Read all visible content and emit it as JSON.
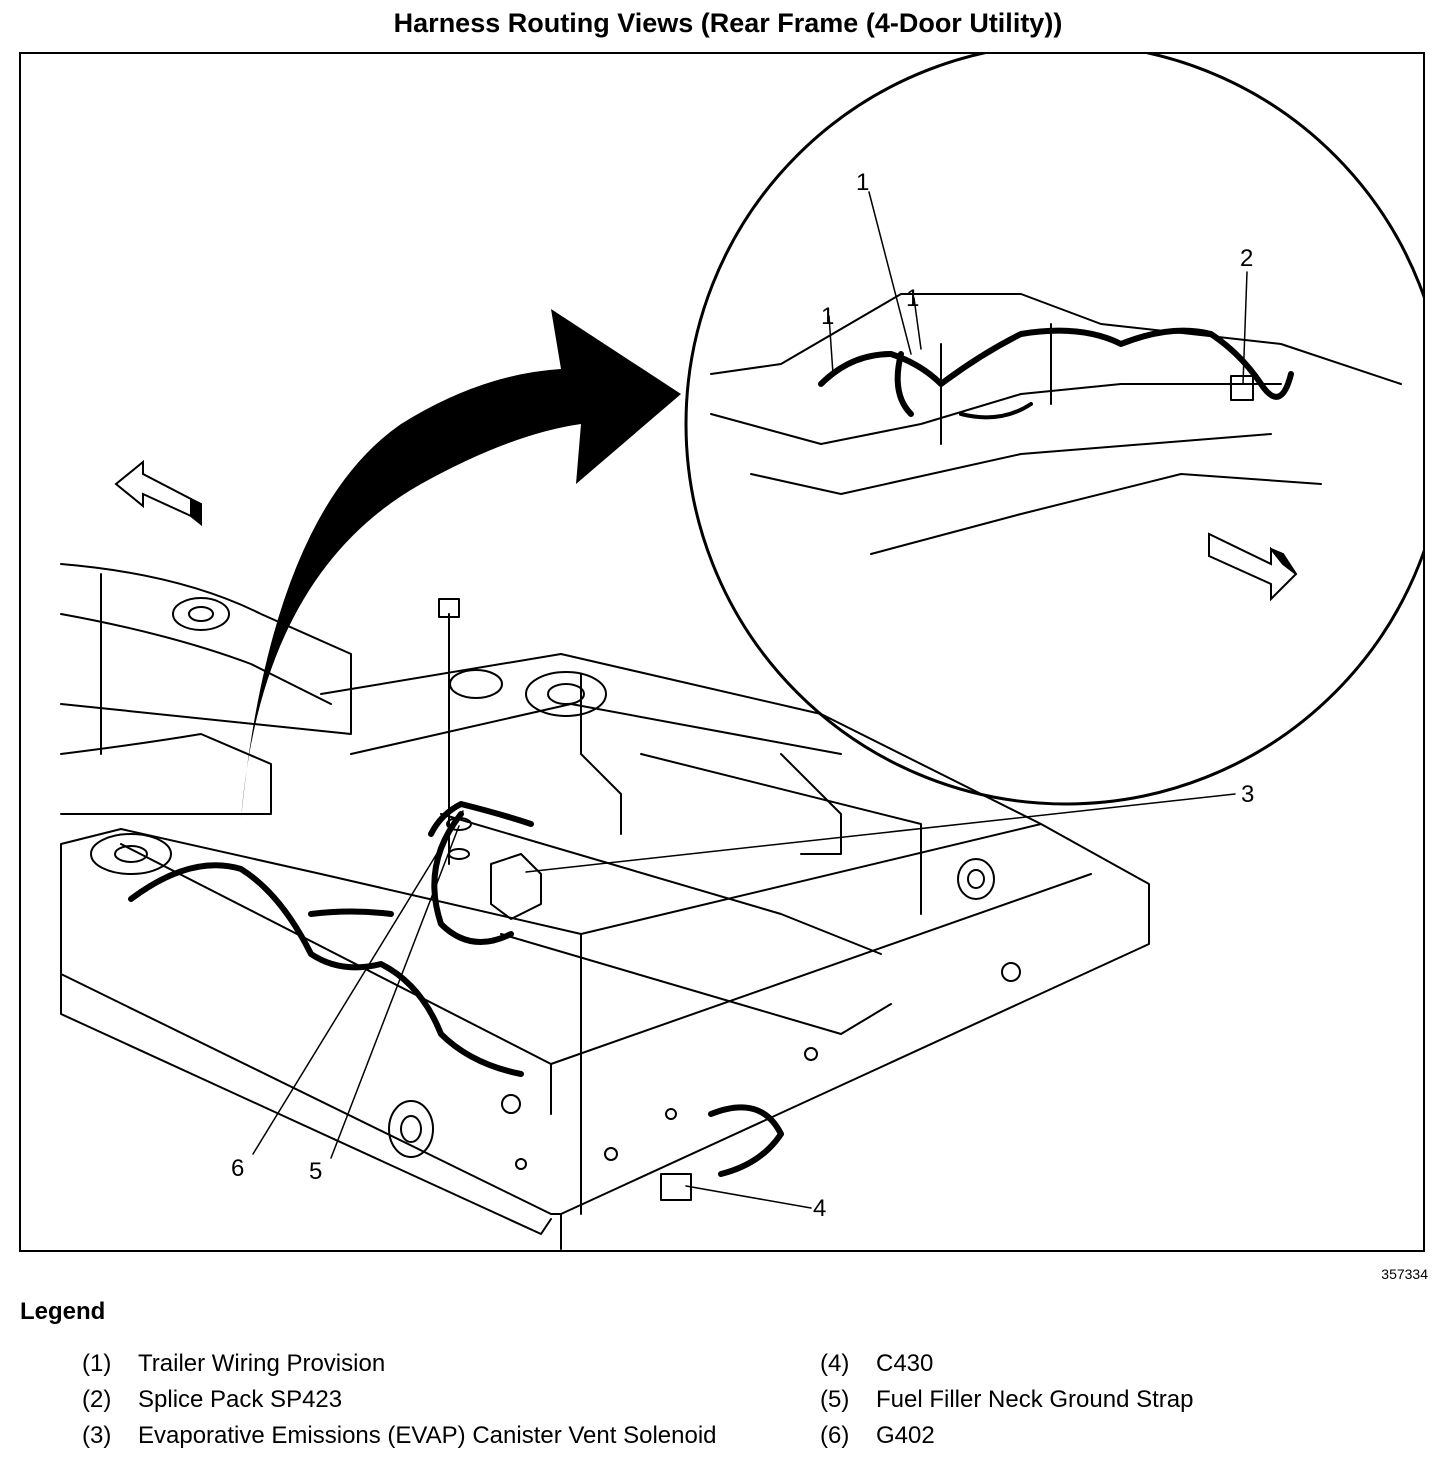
{
  "title": "Harness Routing Views (Rear Frame (4-Door Utility))",
  "figure_id": "357334",
  "callouts": {
    "c1a": "1",
    "c1b": "1",
    "c1c": "1",
    "c2": "2",
    "c3": "3",
    "c4": "4",
    "c5": "5",
    "c6": "6"
  },
  "legend": {
    "title": "Legend",
    "left": [
      {
        "num": "(1)",
        "text": "Trailer Wiring Provision"
      },
      {
        "num": "(2)",
        "text": "Splice Pack SP423"
      },
      {
        "num": "(3)",
        "text": "Evaporative Emissions (EVAP) Canister Vent Solenoid"
      }
    ],
    "right": [
      {
        "num": "(4)",
        "text": "C430"
      },
      {
        "num": "(5)",
        "text": "Fuel Filler Neck Ground Strap"
      },
      {
        "num": "(6)",
        "text": "G402"
      }
    ]
  }
}
